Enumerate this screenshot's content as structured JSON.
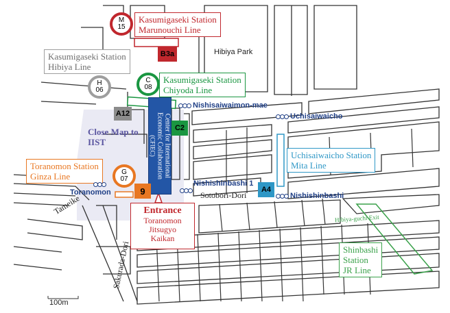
{
  "stations": {
    "marunouchi": {
      "badge_top": "M",
      "badge_bottom": "15",
      "name": "Kasumigaseki Station",
      "line": "Marunouchi Line",
      "color": "#c0272d"
    },
    "hibiya": {
      "badge_top": "H",
      "badge_bottom": "06",
      "name": "Kasumigaseki Station",
      "line": "Hibiya Line",
      "color": "#9e9e9e"
    },
    "chiyoda": {
      "badge_top": "C",
      "badge_bottom": "08",
      "name": "Kasumigaseki Station",
      "line": "Chiyoda Line",
      "color": "#1a9641"
    },
    "ginza": {
      "badge_top": "G",
      "badge_bottom": "07",
      "name": "Toranomon Station",
      "line": "Ginza Line",
      "color": "#e87722"
    },
    "mita": {
      "name": "Uchisaiwaicho Station",
      "line": "Mita Line",
      "color": "#2e97c6"
    },
    "jr": {
      "name": "Shinbashi",
      "line": "Station",
      "line2": "JR Line",
      "color": "#3aa14a"
    }
  },
  "exits": {
    "b3a": {
      "label": "B3a",
      "color": "#c0272d"
    },
    "a12": {
      "label": "A12",
      "color": "#8c8c8c"
    },
    "c2": {
      "label": "C2",
      "color": "#1a9641"
    },
    "nine": {
      "label": "9",
      "color": "#e87722"
    },
    "a4": {
      "label": "A4",
      "color": "#2e97c6"
    }
  },
  "metro_stops": {
    "nishisaiwaimon": "Nishisaiwaimon-mae",
    "uchisaiwaicho": "Uchisaiwaicho",
    "nishishinbashi1": "Nishishinbashi 1",
    "nishishinbashi": "Nishishinbashi",
    "toranomon": "Toranomon"
  },
  "building": {
    "label": "Center for International Economic Collaboration",
    "sub": "(CFIEC)",
    "color": "#2356a6"
  },
  "close_map": {
    "line1": "Close Map to",
    "line2": "IIST",
    "color": "#5a55a0"
  },
  "entrance": {
    "title": "Entrance",
    "line1": "Toranomon",
    "line2": "Jitsugyo",
    "line3": "Kaikan",
    "color": "#c0272d"
  },
  "places": {
    "hibiya_park": "Hibiya Park",
    "hibiya_exit": "Hibiya-guchi Exit"
  },
  "roads": {
    "tameike": "Tameike",
    "sakurada": "Sakurada-Dori",
    "sotobori": "Sotobori-Dori"
  },
  "scale": {
    "label": "100m"
  }
}
